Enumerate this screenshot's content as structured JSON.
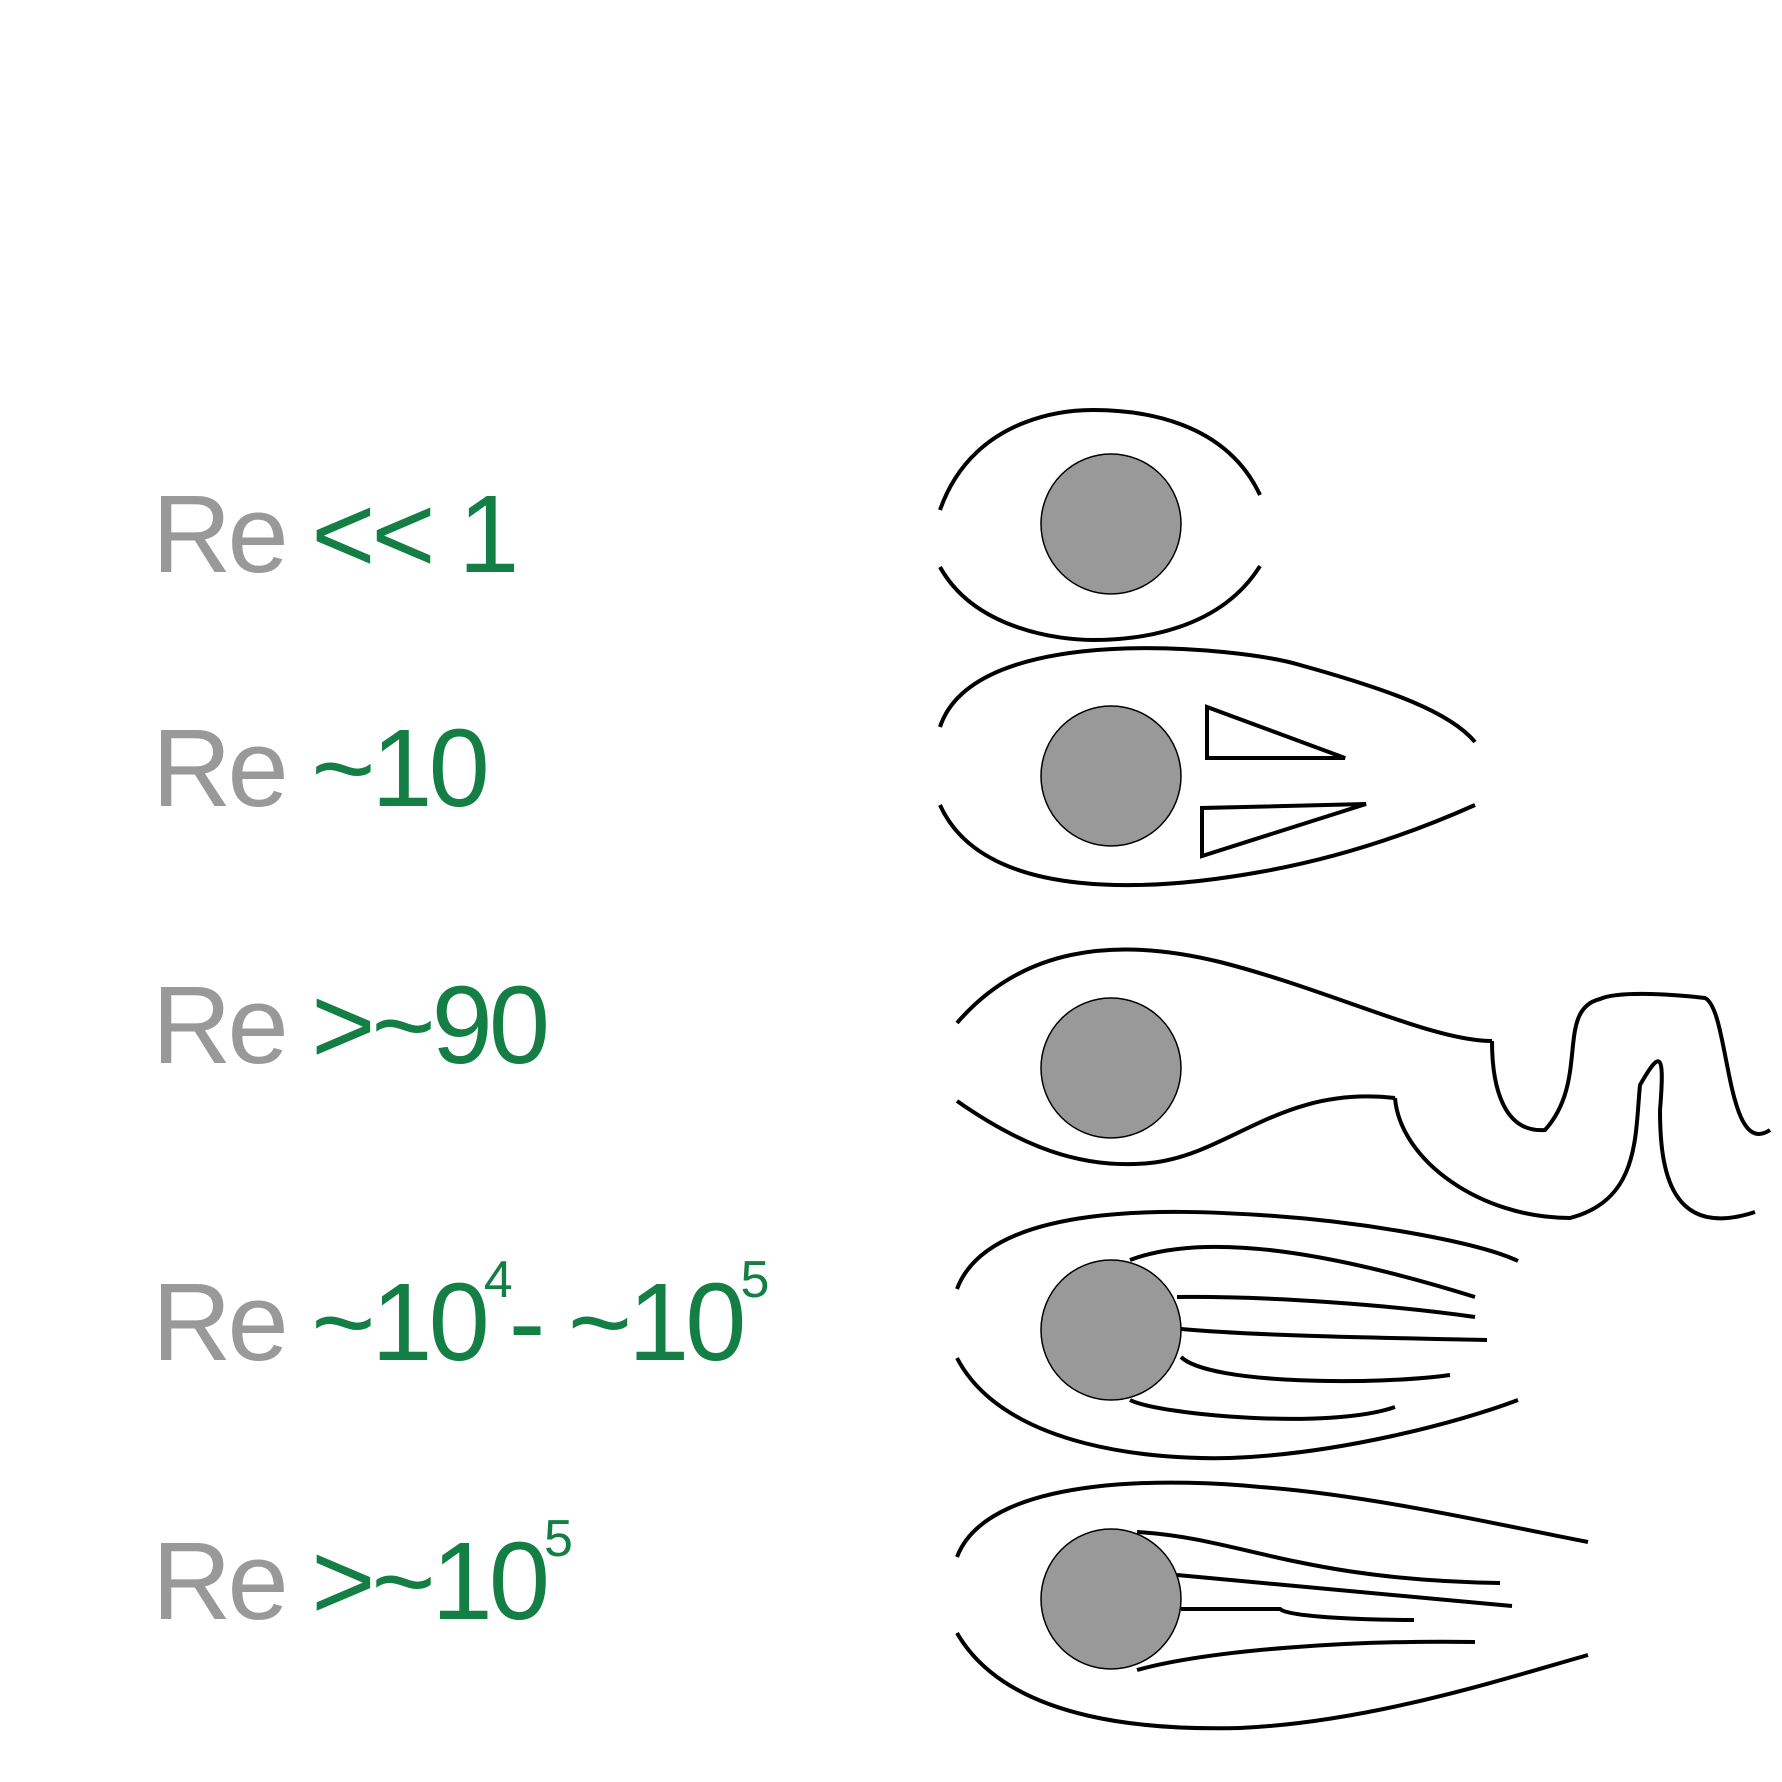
{
  "colors": {
    "re_label": "#999999",
    "regime_value": "#137f44",
    "cylinder_fill": "#999999",
    "streamline": "#000000"
  },
  "regimes": [
    {
      "re": "Re",
      "value": "<< 1",
      "exp": "",
      "value2": "",
      "exp2": ""
    },
    {
      "re": "Re",
      "value": "~10",
      "exp": "",
      "value2": "",
      "exp2": ""
    },
    {
      "re": "Re",
      "value": ">~90",
      "exp": "",
      "value2": "",
      "exp2": ""
    },
    {
      "re": "Re",
      "value": "~10",
      "exp": "4",
      "value2": "- ~10",
      "exp2": "5"
    },
    {
      "re": "Re",
      "value": ">~10",
      "exp": "5",
      "value2": "",
      "exp2": ""
    }
  ]
}
